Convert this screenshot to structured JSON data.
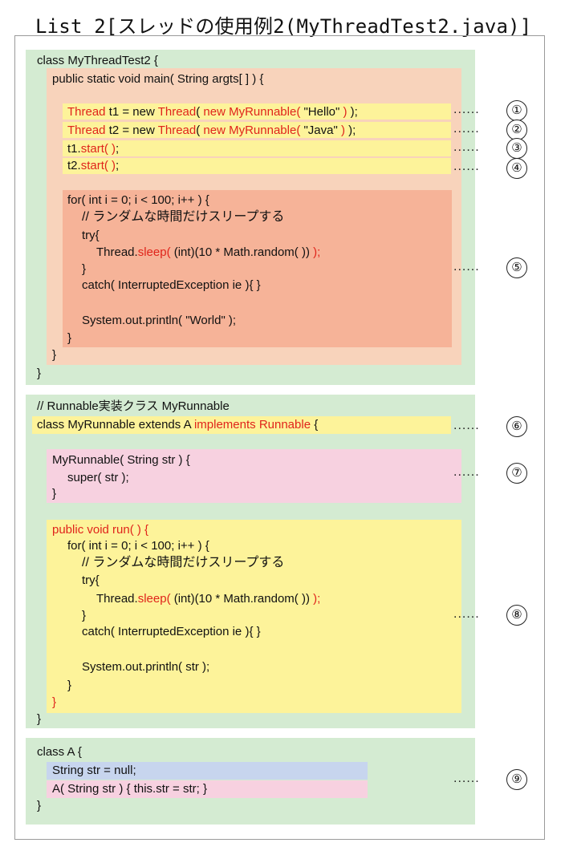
{
  "title": {
    "prefix": "List 2[",
    "jp": "スレッドの使用例",
    "suffix": "2(MyThreadTest2.java)]"
  },
  "block1": {
    "class_decl": "class MyThreadTest2 {",
    "main_decl": "public static void main( String argts[ ] ) {",
    "l1": {
      "a": "Thread",
      "b": " t1 = new ",
      "c": "Thread",
      "d": "( ",
      "e": "new MyRunnable( ",
      "f": "\"Hello\"",
      "g": " )",
      "h": " );"
    },
    "l2": {
      "a": "Thread",
      "b": " t2 = new ",
      "c": "Thread",
      "d": "( ",
      "e": "new MyRunnable( ",
      "f": "\"Java\"",
      "g": " )",
      "h": " );"
    },
    "l3": {
      "a": "t1.",
      "b": "start( )",
      "c": ";"
    },
    "l4": {
      "a": "t2.",
      "b": "start( )",
      "c": ";"
    },
    "for_line": "for( int i = 0; i < 100; i++ ) {",
    "comment": "// ランダムな時間だけスリープする",
    "try_line": "try{",
    "sleep": {
      "a": "Thread.",
      "b": "sleep( ",
      "c": "(int)(10 * Math.random( )) ",
      "d": ");"
    },
    "close_try": "}",
    "catch_line": "catch( InterruptedException ie ){ }",
    "println": "System.out.println( \"World\" );",
    "close_for": "}",
    "close_main": "}",
    "close_class": "}"
  },
  "block2": {
    "comment": "// Runnable実装クラス MyRunnable",
    "class_decl": {
      "a": "class MyRunnable extends A ",
      "b": "implements Runnable",
      "c": " {"
    },
    "ctor_decl": "MyRunnable( String str ) {",
    "super_call": "super( str );",
    "ctor_close": "}",
    "run_decl": "public void run( ) {",
    "for_line": "for( int i = 0; i < 100; i++ ) {",
    "comment2": "// ランダムな時間だけスリープする",
    "try_line": "try{",
    "sleep": {
      "a": "Thread.",
      "b": "sleep( ",
      "c": "(int)(10 * Math.random( )) ",
      "d": ");"
    },
    "close_try": "}",
    "catch_line": "catch( InterruptedException ie ){ }",
    "println": "System.out.println( str );",
    "close_for": "}",
    "run_close": "}",
    "close_class": "}"
  },
  "block3": {
    "class_decl": "class A {",
    "field": "String str = null;",
    "ctor": "A( String str ) { this.str = str; }",
    "close_class": "}"
  },
  "dots": "......",
  "markers": [
    "①",
    "②",
    "③",
    "④",
    "⑤",
    "⑥",
    "⑦",
    "⑧",
    "⑨"
  ],
  "colors": {
    "green": "#d4ebd2",
    "peach": "#f8d3bb",
    "salmon": "#f6b398",
    "yellow": "#fdf39a",
    "pink": "#f7d1e0",
    "blue": "#c7d5ee",
    "red": "#e0241b"
  }
}
